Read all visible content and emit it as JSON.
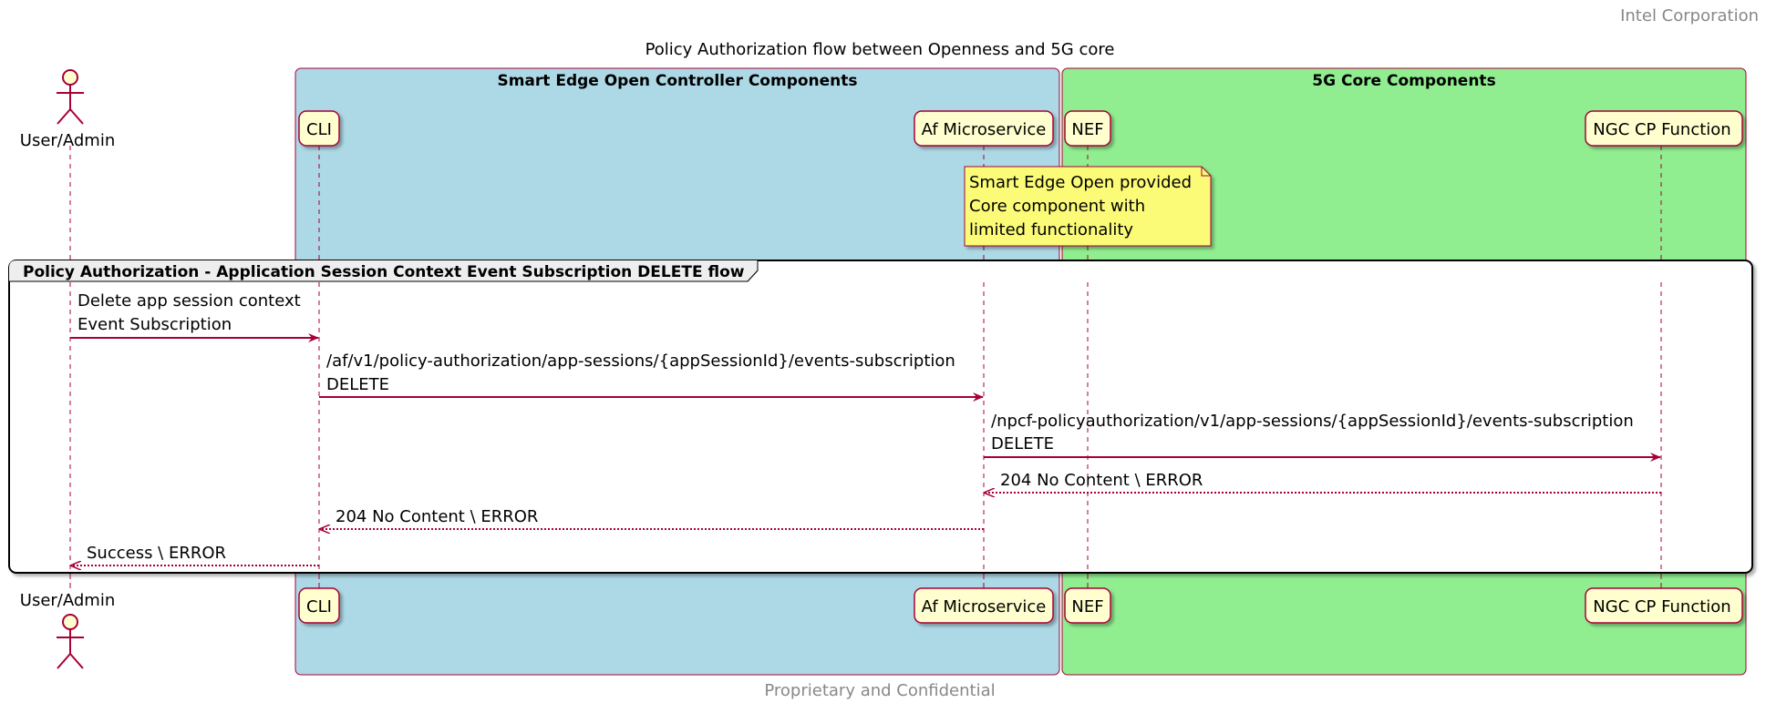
{
  "header": {
    "company": "Intel Corporation"
  },
  "title": "Policy Authorization flow between Openness and 5G core",
  "footer": {
    "text": "Proprietary and Confidential"
  },
  "colors": {
    "participant_border": "#A80036",
    "participant_fill": "#FEFECE",
    "smart_edge_box": "#ADD8E6",
    "core_box": "#90EE90",
    "note_fill": "#FBFB77",
    "arrow": "#A80036",
    "muted_text": "#888888"
  },
  "boxes": {
    "smart_edge": {
      "label": "Smart Edge Open Controller Components"
    },
    "core": {
      "label": "5G Core Components"
    }
  },
  "participants": {
    "user": {
      "label": "User/Admin"
    },
    "cli": {
      "label": "CLI"
    },
    "af": {
      "label": "Af Microservice"
    },
    "nef": {
      "label": "NEF"
    },
    "ngc": {
      "label": "NGC CP Function"
    }
  },
  "note": {
    "line1": "Smart Edge Open provided",
    "line2": "Core component with",
    "line3": "limited functionality"
  },
  "group": {
    "label": "Policy Authorization - Application Session Context Event Subscription DELETE flow"
  },
  "messages": {
    "m1": {
      "line1": "Delete app session context",
      "line2": "Event Subscription"
    },
    "m2": {
      "line1": "/af/v1/policy-authorization/app-sessions/{appSessionId}/events-subscription",
      "line2": "DELETE"
    },
    "m3": {
      "line1": "/npcf-policyauthorization/v1/app-sessions/{appSessionId}/events-subscription",
      "line2": "DELETE"
    },
    "m4": {
      "line1": "204 No Content \\ ERROR"
    },
    "m5": {
      "line1": "204 No Content \\ ERROR"
    },
    "m6": {
      "line1": "Success \\ ERROR"
    }
  }
}
